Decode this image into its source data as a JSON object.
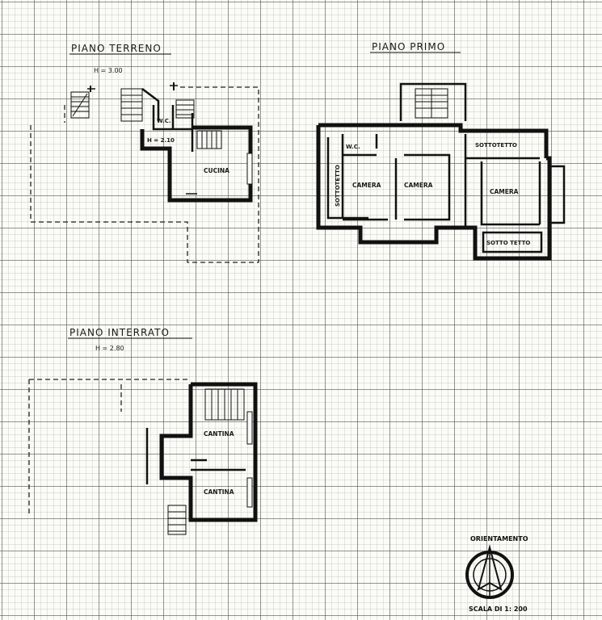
{
  "floors": {
    "ground": {
      "title": "PIANO TERRENO",
      "height": "H = 3.00",
      "wc": "W.C.",
      "sub_height": "H = 2.10",
      "kitchen": "CUCINA"
    },
    "first": {
      "title": "PIANO PRIMO",
      "wc": "W.C.",
      "attic_left": "SOTTOTETTO",
      "bedroom_1": "CAMERA",
      "bedroom_2": "CAMERA",
      "bedroom_3": "CAMERA",
      "attic_top": "SOTTOTETTO",
      "attic_bottom": "SOTTO TETTO"
    },
    "basement": {
      "title": "PIANO INTERRATO",
      "height": "H = 2.80",
      "cellar_1": "CANTINA",
      "cellar_2": "CANTINA"
    }
  },
  "legend": {
    "orientation": "ORIENTAMENTO",
    "scale": "SCALA DI 1: 200"
  }
}
